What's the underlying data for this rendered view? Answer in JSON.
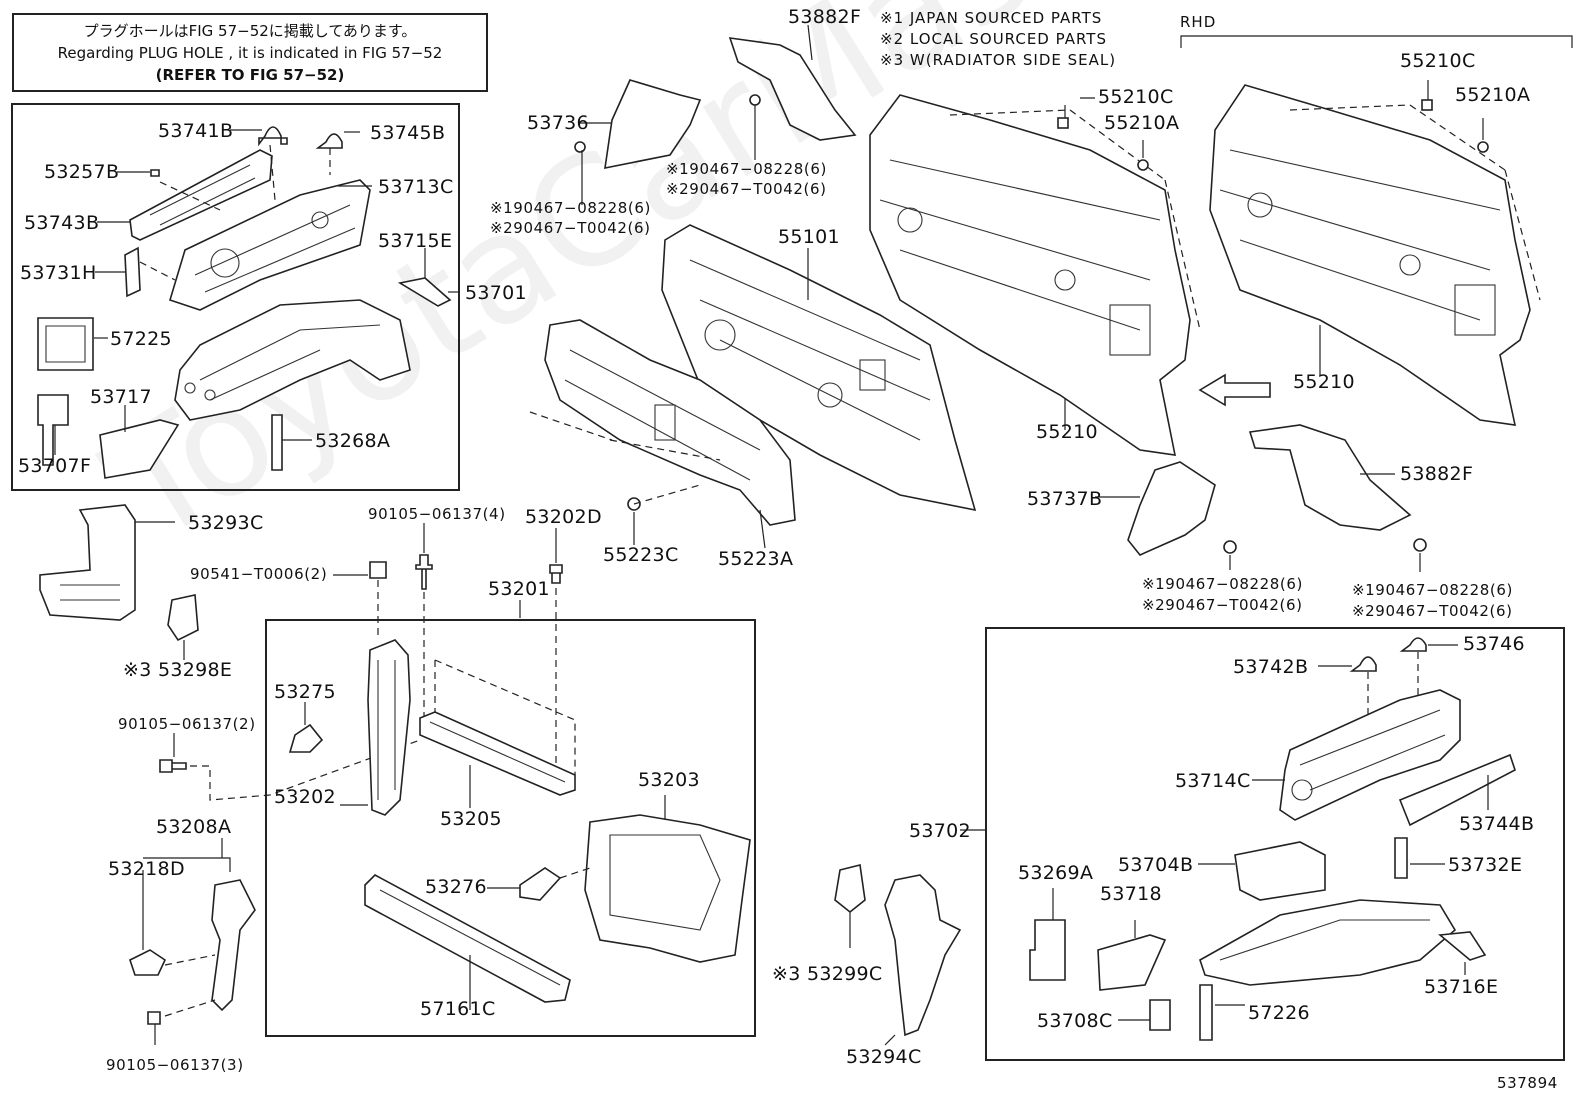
{
  "header": {
    "line_jp": "プラグホールはFIG 57−52に掲載してあります。",
    "line_en": "Regarding  PLUG HOLE , it is indicated in FIG  57−52",
    "line_ref": "(REFER TO FIG 57−52)"
  },
  "notes": {
    "n1": "※1 JAPAN SOURCED PARTS",
    "n2": "※2 LOCAL SOURCED PARTS",
    "n3": "※3 W(RADIATOR SIDE SEAL)"
  },
  "rhd_label": "RHD",
  "figure_number": "537894",
  "watermark": "ToyotaCarMaster",
  "labels": {
    "p53741B": "53741B",
    "p53745B": "53745B",
    "p53257B": "53257B",
    "p53713C": "53713C",
    "p53743B": "53743B",
    "p53715E": "53715E",
    "p53731H": "53731H",
    "p53701": "53701",
    "p57225": "57225",
    "p53717": "53717",
    "p53707F": "53707F",
    "p53268A": "53268A",
    "p53736": "53736",
    "p53882F_top": "53882F",
    "c53736_1": "※190467−08228(6)",
    "c53736_2": "※290467−T0042(6)",
    "c53882_1": "※190467−08228(6)",
    "c53882_2": "※290467−T0042(6)",
    "p55101": "55101",
    "p55210C_a": "55210C",
    "p55210A_a": "55210A",
    "p55210_a": "55210",
    "p55210C_b": "55210C",
    "p55210A_b": "55210A",
    "p55210_b": "55210",
    "p55223C": "55223C",
    "p55223A": "55223A",
    "p53737B": "53737B",
    "p53882F_b": "53882F",
    "c53737_1": "※190467−08228(6)",
    "c53737_2": "※290467−T0042(6)",
    "c53882b_1": "※190467−08228(6)",
    "c53882b_2": "※290467−T0042(6)",
    "p53293C": "53293C",
    "p90541": "90541−T0006(2)",
    "p53298E": "※3 53298E",
    "p90105_4": "90105−06137(4)",
    "p53202D": "53202D",
    "p53201": "53201",
    "p53275": "53275",
    "p90105_2": "90105−06137(2)",
    "p53202": "53202",
    "p53205": "53205",
    "p53203": "53203",
    "p53208A": "53208A",
    "p53218D": "53218D",
    "p53276": "53276",
    "p57161C": "57161C",
    "p90105_3": "90105−06137(3)",
    "p53742B": "53742B",
    "p53746": "53746",
    "p53714C": "53714C",
    "p53744B": "53744B",
    "p53702": "53702",
    "p53704B": "53704B",
    "p53732E": "53732E",
    "p53269A": "53269A",
    "p53718": "53718",
    "p53716E": "53716E",
    "p53708C": "53708C",
    "p57226": "57226",
    "p53299C": "※3 53299C",
    "p53294C": "53294C"
  }
}
